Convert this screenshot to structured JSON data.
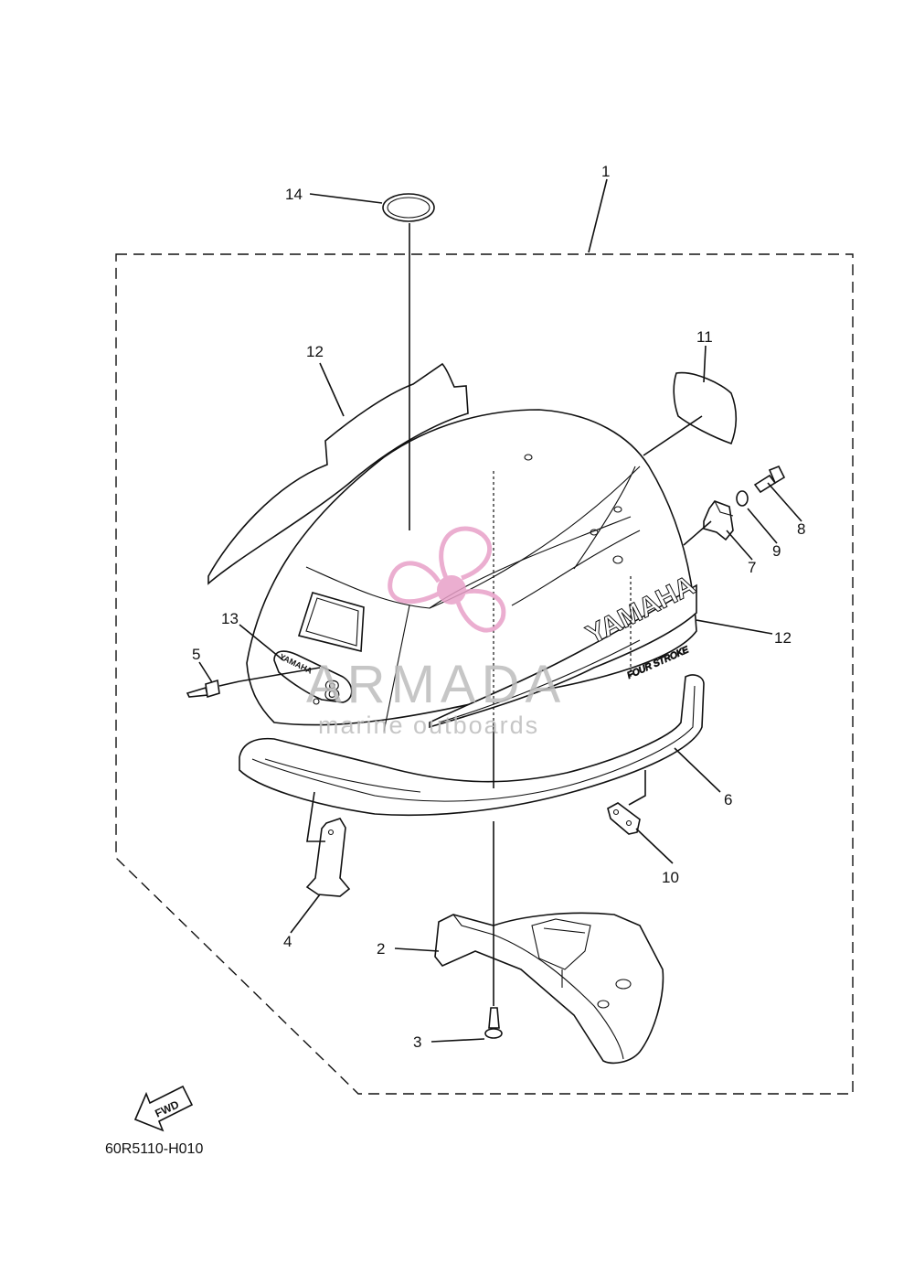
{
  "diagram": {
    "drawing_number": "60R5110-H010",
    "fwd_label": "FWD",
    "callouts": [
      "1",
      "2",
      "3",
      "4",
      "5",
      "6",
      "7",
      "8",
      "9",
      "10",
      "11",
      "12",
      "12",
      "13",
      "14"
    ],
    "watermark": {
      "brand": "ARMADA",
      "tagline": "marine outboards",
      "color": "#e8a0c8"
    },
    "decals": {
      "side_logo": "YAMAHA",
      "side_sub": "FOUR STROKE",
      "small_logo": "YAMAHA",
      "hp_number": "8"
    }
  }
}
